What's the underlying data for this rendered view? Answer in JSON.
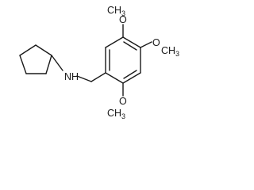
{
  "molecule": {
    "labels": {
      "nh": "N",
      "nh_h": "H",
      "o_top": "O",
      "o_right": "O",
      "o_bottom": "O",
      "ch3_top": "CH",
      "ch3_top_sub": "3",
      "ch3_right": "CH",
      "ch3_right_sub": "3",
      "ch3_bottom": "CH",
      "ch3_bottom_sub": "3"
    },
    "colors": {
      "ink": "#1a1a1a",
      "background": "#ffffff"
    }
  }
}
